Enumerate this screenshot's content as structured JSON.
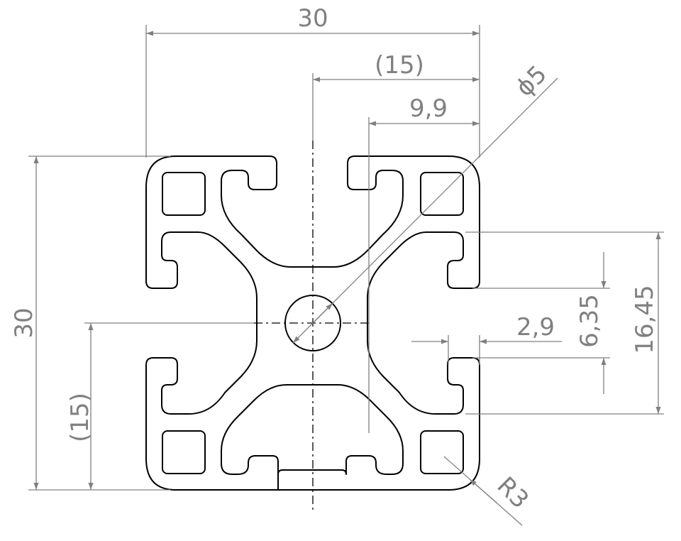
{
  "colors": {
    "background": "#ffffff",
    "geometry": "#000000",
    "dimensions": "#808080"
  },
  "dimensions": {
    "overall_width": "30",
    "half_width": "(15)",
    "slot_edge_offset": "9,9",
    "hole_diameter": "ϕ5",
    "overall_height": "30",
    "half_height": "(15)",
    "slot_height": "16,45",
    "slot_opening": "6,35",
    "wall_thickness": "2,9",
    "corner_radius": "R3"
  }
}
